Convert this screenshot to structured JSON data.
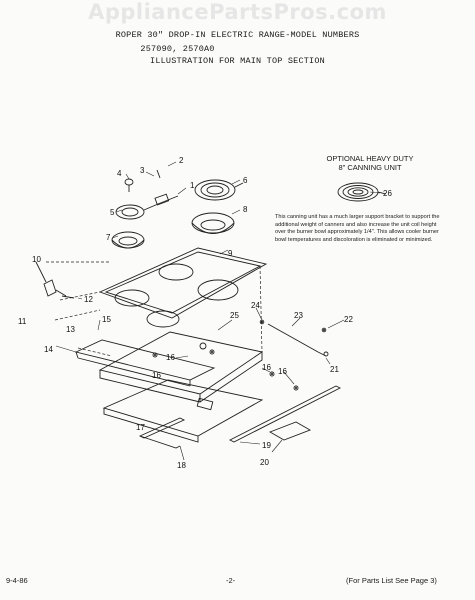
{
  "watermark": "AppliancePartsPros.com",
  "header": {
    "line1": "ROPER 30\" DROP-IN ELECTRIC RANGE-MODEL NUMBERS",
    "line2": "257090, 2570A0",
    "line3": "ILLUSTRATION FOR MAIN TOP SECTION"
  },
  "optional": {
    "title_line1": "OPTIONAL HEAVY DUTY",
    "title_line2": "8\" CANNING UNIT",
    "note": "This canning unit has a much larger support bracket to support the additional weight of canners and also increase the unit coil height over the burner bowl approximately 1/4\". This allows cooler burner bowl temperatures and discoloration is eliminated or minimized."
  },
  "callouts": [
    "1",
    "2",
    "3",
    "4",
    "5",
    "6",
    "7",
    "8",
    "9",
    "10",
    "11",
    "12",
    "13",
    "14",
    "15",
    "16",
    "16",
    "16",
    "16",
    "17",
    "18",
    "19",
    "20",
    "21",
    "22",
    "23",
    "24",
    "25",
    "26"
  ],
  "footer": {
    "date": "9-4-86",
    "page": "-2-",
    "ref": "(For Parts List See Page 3)"
  }
}
